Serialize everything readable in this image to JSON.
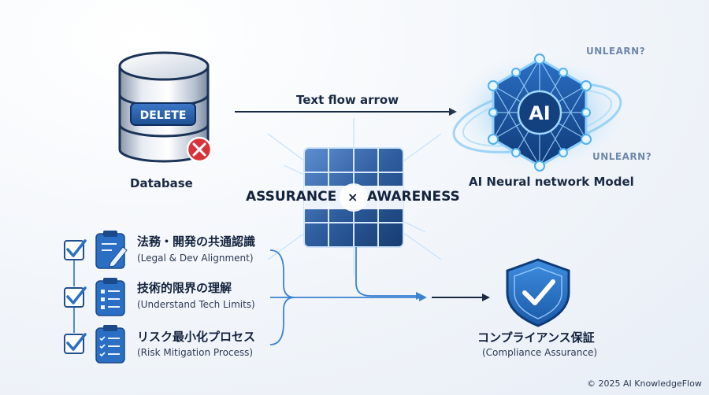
{
  "database": {
    "label": "Database",
    "delete_label": "DELETE"
  },
  "arrow": {
    "label": "Text flow arrow"
  },
  "ai": {
    "label": "AI Neural network Model",
    "core_text": "AI",
    "unlearn_1": "UNLEARN?",
    "unlearn_2": "UNLEARN?"
  },
  "center": {
    "left": "ASSURANCE",
    "times": "×",
    "right": "AWARENESS"
  },
  "checklist": [
    {
      "title": "法務・開発の共通認識",
      "subtitle": "(Legal & Dev Alignment)"
    },
    {
      "title": "技術的限界の理解",
      "subtitle": "(Understand Tech Limits)"
    },
    {
      "title": "リスク最小化プロセス",
      "subtitle": "(Risk Mitigation Process)"
    }
  ],
  "compliance": {
    "title": "コンプライアンス保証",
    "subtitle": "(Compliance Assurance)"
  },
  "footer": {
    "copyright": "© 2025 AI KnowledgeFlow"
  },
  "colors": {
    "primary": "#1f4f8f",
    "accent": "#2f7fd8",
    "danger": "#d8323a",
    "dark": "#13223d"
  }
}
